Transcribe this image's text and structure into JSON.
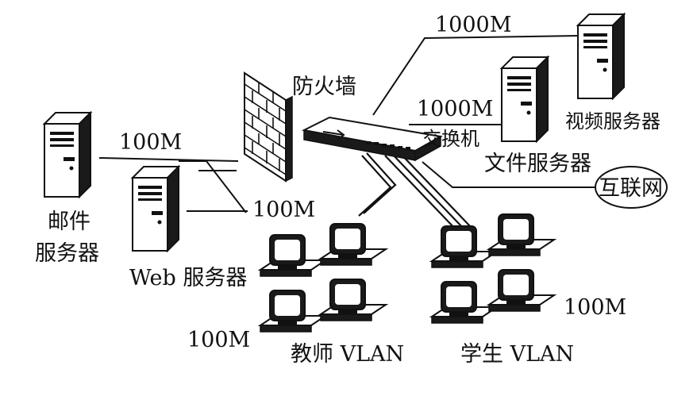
{
  "diagram": {
    "labels": {
      "firewall": "防火墙",
      "switch": "交换机",
      "link_video": "1000M",
      "link_file": "1000M",
      "link_mail": "100M",
      "link_web": "100M",
      "link_teacher": "100M",
      "link_student": "100M",
      "video_server": "视频服务器",
      "file_server": "文件服务器",
      "internet": "互联网",
      "mail_server_line1": "邮件",
      "mail_server_line2": "服务器",
      "web_server": "Web 服务器",
      "teacher_vlan": "教师 VLAN",
      "student_vlan": "学生 VLAN"
    },
    "icons": {
      "server": "server-tower-icon",
      "firewall": "brick-wall-icon",
      "switch": "network-switch-icon",
      "pc": "desktop-computer-icon",
      "cloud": "internet-cloud-icon"
    }
  }
}
